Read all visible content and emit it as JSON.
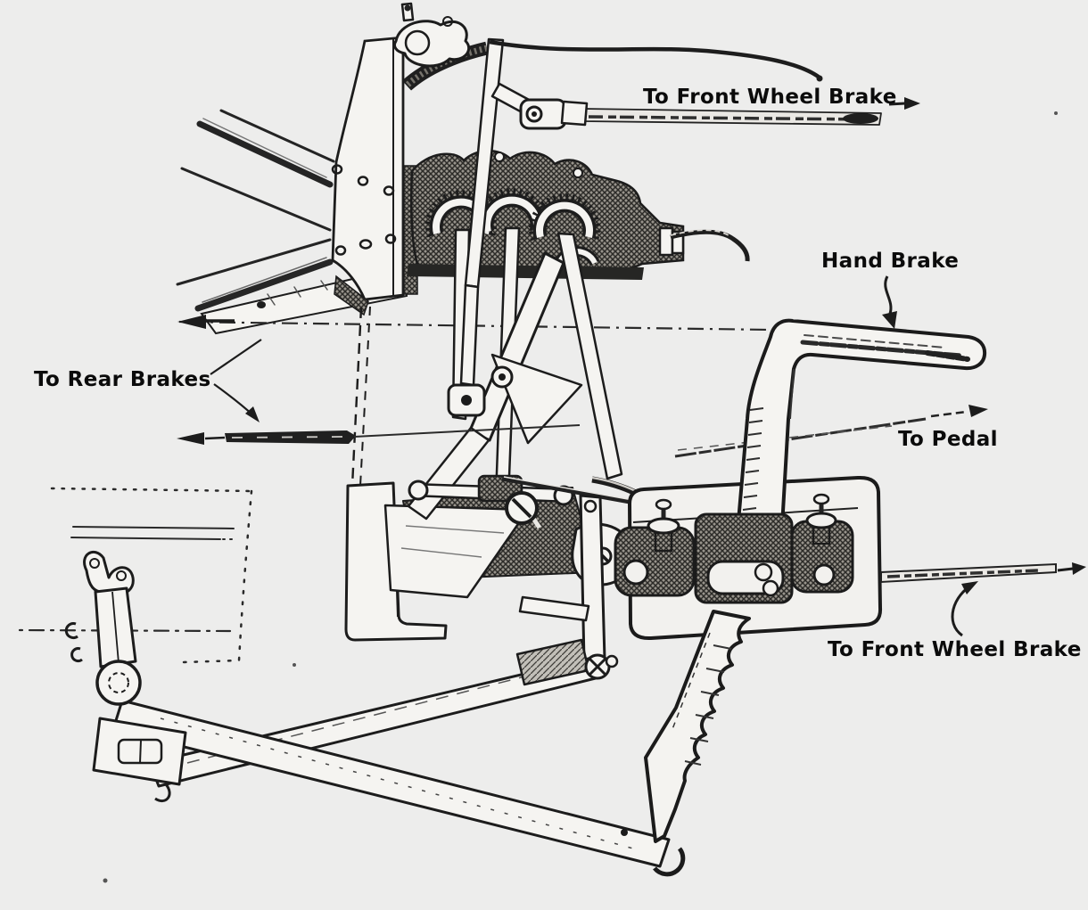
{
  "figure": {
    "type": "technical-illustration",
    "subject": "Early automobile hand-brake and brake linkage mechanism",
    "background_color": "#EDEDEC",
    "ink_color": "#1C1C1C"
  },
  "labels": {
    "front_wheel_brake_top": "To Front Wheel Brake",
    "hand_brake": "Hand Brake",
    "rear_brakes": "To Rear Brakes",
    "pedal": "To Pedal",
    "front_wheel_brake_bottom": "To Front Wheel Brake"
  }
}
